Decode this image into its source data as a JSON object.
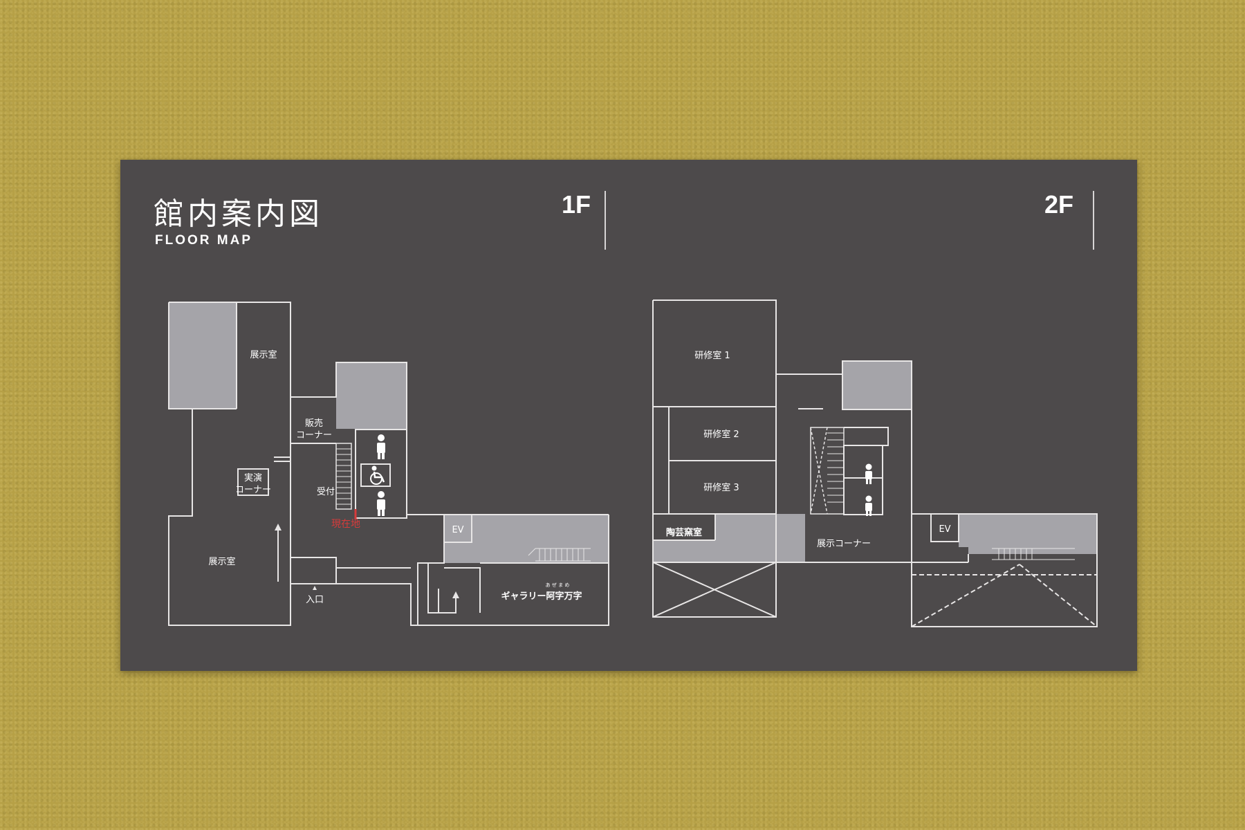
{
  "header": {
    "title": "館内案内図",
    "subtitle": "FLOOR MAP"
  },
  "floor1": {
    "label": "1F",
    "rooms": {
      "exhibit_room_a": "展示室",
      "exhibit_room_b": "展示室",
      "shop_line1": "販売",
      "shop_line2": "コーナー",
      "demo_line1": "実演",
      "demo_line2": "コーナー",
      "reception": "受付",
      "current_location": "現在地",
      "entrance": "入口",
      "elevator": "EV",
      "gallery": "ギャラリー阿字万字",
      "gallery_ruby": "あ ぜ ま め"
    }
  },
  "floor2": {
    "label": "2F",
    "rooms": {
      "study_room_1": "研修室 1",
      "study_room_2": "研修室 2",
      "study_room_3": "研修室 3",
      "kiln_room": "陶芸窯室",
      "exhibit_corner": "展示コーナー",
      "elevator": "EV"
    }
  },
  "colors": {
    "board": "#4d4a4b",
    "wall": "#b6a046",
    "line": "#e8e6e6",
    "fill_gray": "#a5a4a9",
    "current_location": "#d63b3b"
  },
  "icons": [
    "male-restroom-icon",
    "female-restroom-icon",
    "accessible-restroom-icon",
    "entrance-arrow-icon",
    "stairs-icon"
  ]
}
